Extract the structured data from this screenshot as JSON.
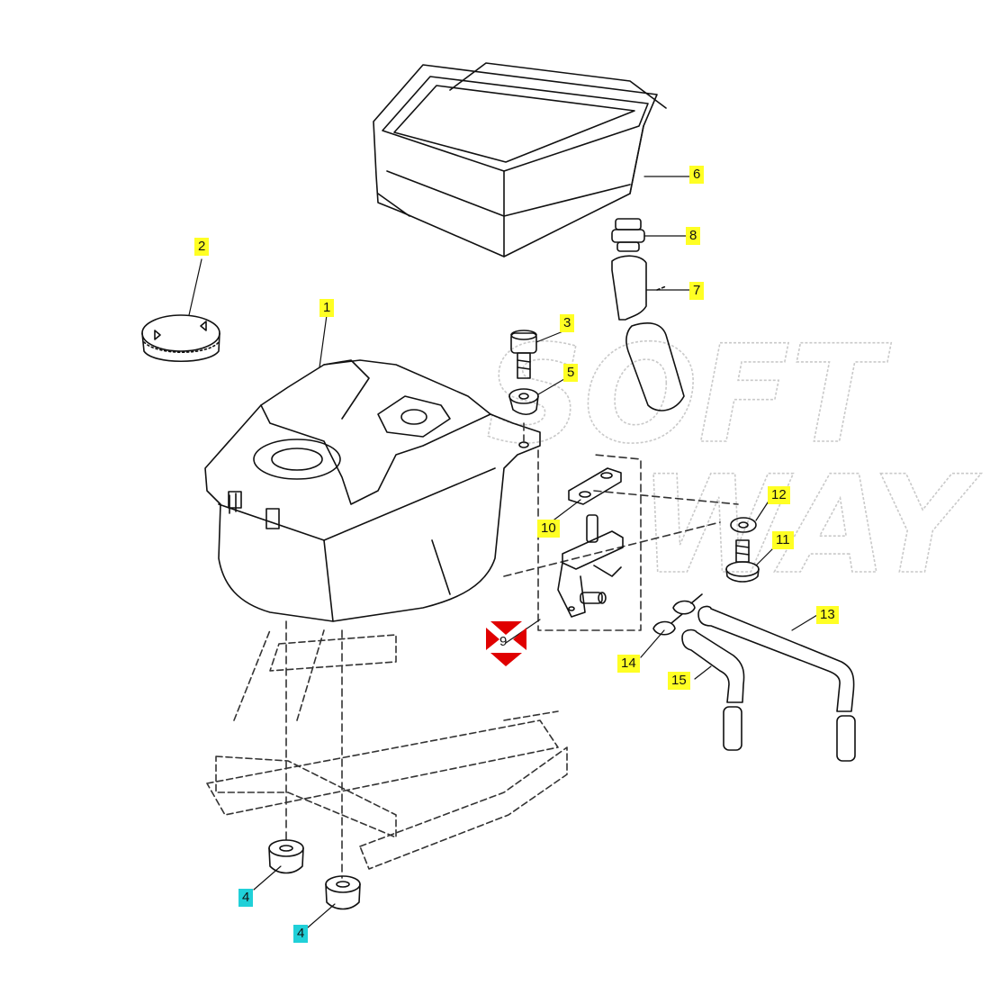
{
  "diagram": {
    "watermark": {
      "line1": "SOFT",
      "line2": "WAY"
    },
    "callouts": [
      {
        "id": "1",
        "label": "1",
        "color": "#ffff24"
      },
      {
        "id": "2",
        "label": "2",
        "color": "#ffff24"
      },
      {
        "id": "3",
        "label": "3",
        "color": "#ffff24"
      },
      {
        "id": "4a",
        "label": "4",
        "color": "#20d0d8"
      },
      {
        "id": "4b",
        "label": "4",
        "color": "#20d0d8"
      },
      {
        "id": "5",
        "label": "5",
        "color": "#ffff24"
      },
      {
        "id": "6",
        "label": "6",
        "color": "#ffff24"
      },
      {
        "id": "7",
        "label": "7",
        "color": "#ffff24"
      },
      {
        "id": "8",
        "label": "8",
        "color": "#ffff24"
      },
      {
        "id": "9",
        "label": "9",
        "color": "#ff0000"
      },
      {
        "id": "10",
        "label": "10",
        "color": "#ffff24"
      },
      {
        "id": "11",
        "label": "11",
        "color": "#ffff24"
      },
      {
        "id": "12",
        "label": "12",
        "color": "#ffff24"
      },
      {
        "id": "13",
        "label": "13",
        "color": "#ffff24"
      },
      {
        "id": "14",
        "label": "14",
        "color": "#ffff24"
      },
      {
        "id": "15",
        "label": "15",
        "color": "#ffff24"
      }
    ]
  }
}
